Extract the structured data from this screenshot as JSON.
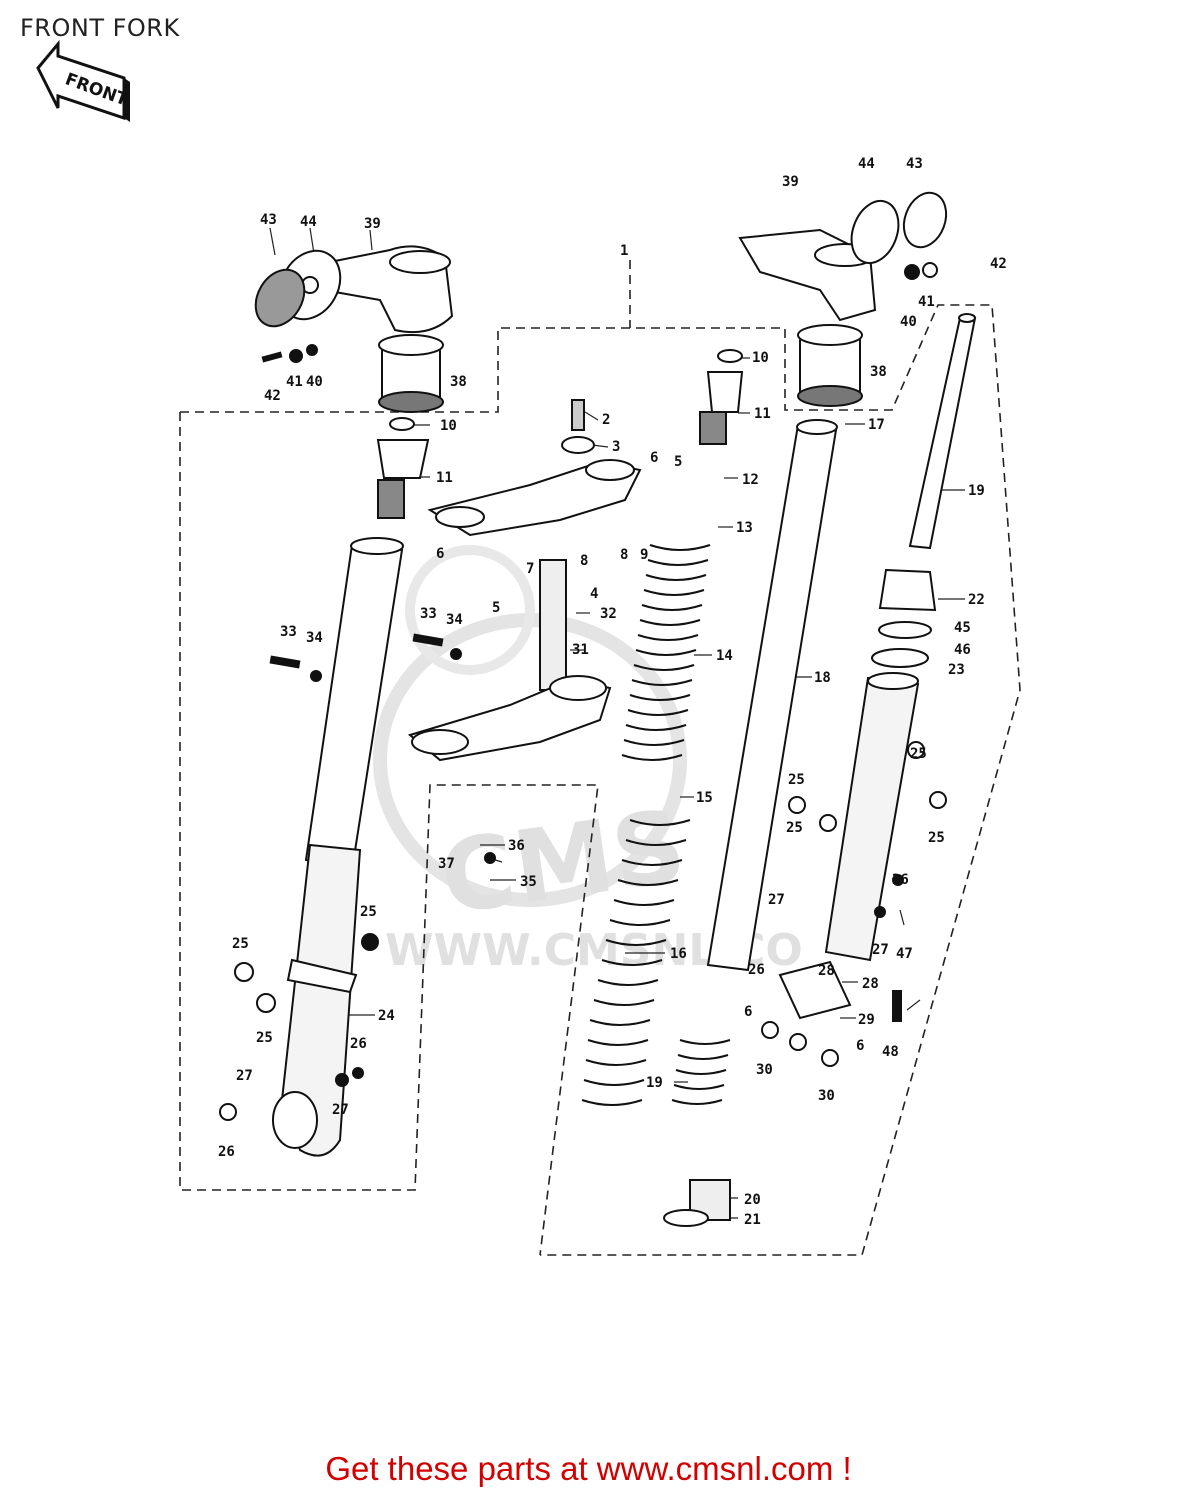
{
  "page": {
    "title": "FRONT FORK"
  },
  "badge": {
    "label": "FRONT"
  },
  "watermark": {
    "text": "WWW.CMSNL.CO",
    "logo": "CMS"
  },
  "footer": {
    "text": "Get these parts at www.cmsnl.com !",
    "color": "#d20000"
  },
  "callouts": {
    "n1": "1",
    "n2": "2",
    "n3": "3",
    "n4": "4",
    "n5a": "5",
    "n5b": "5",
    "n6a": "6",
    "n6b": "6",
    "n6c": "6",
    "n6d": "6",
    "n7": "7",
    "n8a": "8",
    "n8b": "8",
    "n9": "9",
    "n10a": "10",
    "n10b": "10",
    "n11a": "11",
    "n11b": "11",
    "n12": "12",
    "n13": "13",
    "n14": "14",
    "n15": "15",
    "n16": "16",
    "n17": "17",
    "n18": "18",
    "n19a": "19",
    "n19b": "19",
    "n20": "20",
    "n21": "21",
    "n22": "22",
    "n23": "23",
    "n24": "24",
    "n25a": "25",
    "n25b": "25",
    "n25c": "25",
    "n25d": "25",
    "n25e": "25",
    "n25f": "25",
    "n25g": "25",
    "n26a": "26",
    "n26b": "26",
    "n26c": "26",
    "n26d": "26",
    "n27a": "27",
    "n27b": "27",
    "n27c": "27",
    "n27d": "27",
    "n28a": "28",
    "n28b": "28",
    "n29": "29",
    "n30a": "30",
    "n30b": "30",
    "n31": "31",
    "n32": "32",
    "n33a": "33",
    "n33b": "33",
    "n34a": "34",
    "n34b": "34",
    "n35": "35",
    "n36": "36",
    "n37": "37",
    "n38a": "38",
    "n38b": "38",
    "n39a": "39",
    "n39b": "39",
    "n40a": "40",
    "n40b": "40",
    "n41a": "41",
    "n41b": "41",
    "n42a": "42",
    "n42b": "42",
    "n43a": "43",
    "n43b": "43",
    "n44a": "44",
    "n44b": "44",
    "n45": "45",
    "n46": "46",
    "n47": "47",
    "n48": "48"
  }
}
